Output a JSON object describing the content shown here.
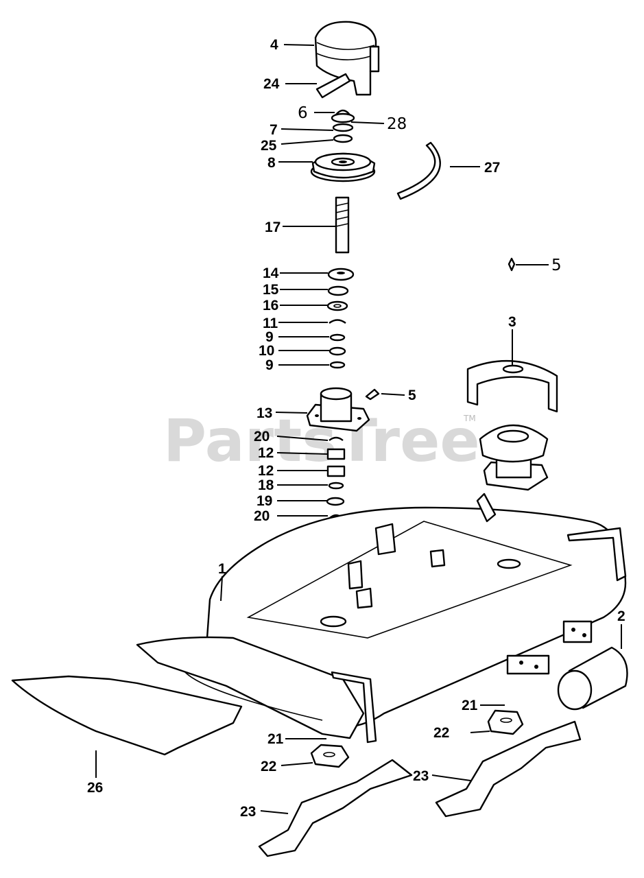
{
  "watermark": {
    "text": "PartsTree",
    "mark": "TM"
  },
  "callouts": [
    {
      "id": "c4",
      "label": "4"
    },
    {
      "id": "c24",
      "label": "24"
    },
    {
      "id": "c6",
      "label": "6"
    },
    {
      "id": "c28",
      "label": "28"
    },
    {
      "id": "c7",
      "label": "7"
    },
    {
      "id": "c25",
      "label": "25"
    },
    {
      "id": "c8",
      "label": "8"
    },
    {
      "id": "c27",
      "label": "27"
    },
    {
      "id": "c17",
      "label": "17"
    },
    {
      "id": "c5a",
      "label": "5"
    },
    {
      "id": "c14",
      "label": "14"
    },
    {
      "id": "c15",
      "label": "15"
    },
    {
      "id": "c16",
      "label": "16"
    },
    {
      "id": "c11",
      "label": "11"
    },
    {
      "id": "c9a",
      "label": "9"
    },
    {
      "id": "c10",
      "label": "10"
    },
    {
      "id": "c9b",
      "label": "9"
    },
    {
      "id": "c3",
      "label": "3"
    },
    {
      "id": "c5b",
      "label": "5"
    },
    {
      "id": "c13",
      "label": "13"
    },
    {
      "id": "c20a",
      "label": "20"
    },
    {
      "id": "c12a",
      "label": "12"
    },
    {
      "id": "c12b",
      "label": "12"
    },
    {
      "id": "c18",
      "label": "18"
    },
    {
      "id": "c19",
      "label": "19"
    },
    {
      "id": "c20b",
      "label": "20"
    },
    {
      "id": "c1",
      "label": "1"
    },
    {
      "id": "c2",
      "label": "2"
    },
    {
      "id": "c21a",
      "label": "21"
    },
    {
      "id": "c22a",
      "label": "22"
    },
    {
      "id": "c21b",
      "label": "21"
    },
    {
      "id": "c22b",
      "label": "22"
    },
    {
      "id": "c23a",
      "label": "23"
    },
    {
      "id": "c23b",
      "label": "23"
    },
    {
      "id": "c26",
      "label": "26"
    }
  ]
}
